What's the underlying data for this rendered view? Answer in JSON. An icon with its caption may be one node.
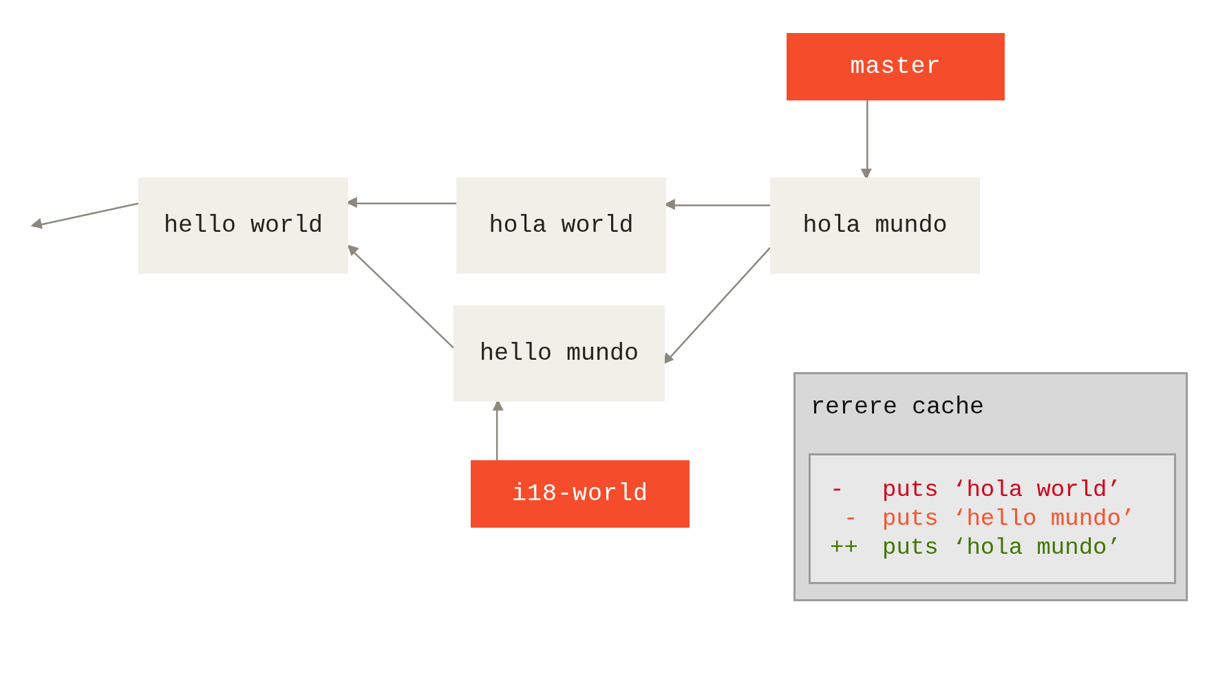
{
  "diagram": {
    "nodes": [
      {
        "text": [
          "master"
        ]
      },
      {
        "text": [
          "hello world"
        ]
      },
      {
        "text": [
          "hola world"
        ]
      },
      {
        "text": [
          "hola mundo"
        ]
      },
      {
        "text": [
          "hello mundo"
        ]
      },
      {
        "text": [
          "i18-world"
        ]
      },
      {
        "text": [
          "rerere cache"
        ]
      },
      {
        "text": [
          "-",
          "puts ‘hola world’",
          "-",
          "puts ‘hello mundo’",
          "++",
          "puts ‘hola mundo’"
        ],
        "in": 6
      }
    ],
    "edges": [
      {
        "from": 0,
        "to": 3,
        "arrow": "to"
      },
      {
        "from": 3,
        "to": 2,
        "arrow": "to"
      },
      {
        "from": 2,
        "to": 1,
        "arrow": "to"
      },
      {
        "from": 1,
        "to": null,
        "arrow": "to"
      },
      {
        "from": 3,
        "to": 4,
        "arrow": "to"
      },
      {
        "from": 4,
        "to": 1,
        "arrow": "to"
      },
      {
        "from": 5,
        "to": 4,
        "arrow": "to"
      }
    ]
  }
}
